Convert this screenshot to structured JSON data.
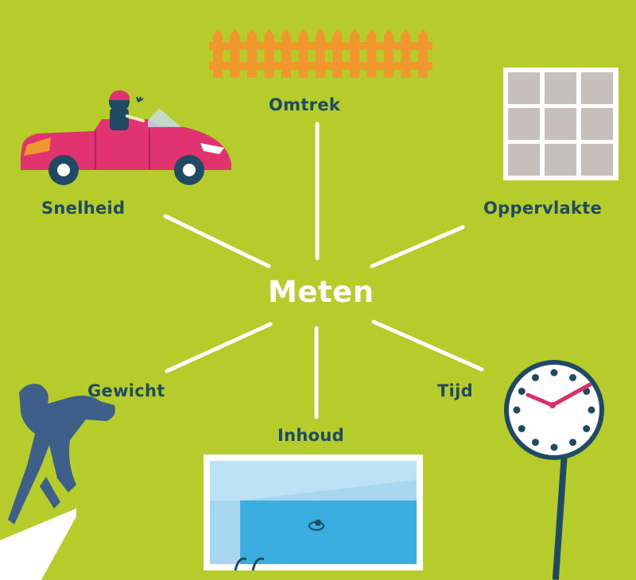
{
  "center": {
    "label": "Meten"
  },
  "topics": {
    "omtrek": "Omtrek",
    "snelheid": "Snelheid",
    "oppervlakte": "Oppervlakte",
    "gewicht": "Gewicht",
    "tijd": "Tijd",
    "inhoud": "Inhoud"
  },
  "colors": {
    "background": "#b6cc2a",
    "label": "#1e4a63",
    "center": "#ffffff",
    "fence": "#f0972e",
    "car": "#e0336f",
    "pool_water": "#3aaee0",
    "figure": "#3d5f8a",
    "clock_hands": "#d8306a"
  },
  "icons": [
    "fence-icon",
    "car-icon",
    "tiles-icon",
    "discus-thrower-icon",
    "pool-icon",
    "clock-icon"
  ]
}
